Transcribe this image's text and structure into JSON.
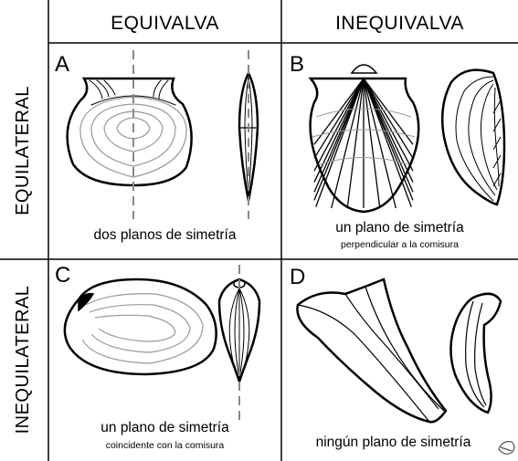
{
  "columns": {
    "equivalve": "EQUIVALVA",
    "inequivalve": "INEQUIVALVA"
  },
  "rows": {
    "equilateral": "EQUILATERAL",
    "inequilateral": "INEQUILATERAL"
  },
  "panels": {
    "A": {
      "letter": "A",
      "caption": "dos planos de simetría"
    },
    "B": {
      "letter": "B",
      "caption": "un plano de simetría",
      "subcaption": "perpendicular a la comisura"
    },
    "C": {
      "letter": "C",
      "caption": "un plano de simetría",
      "subcaption": "coincidente con la comisura"
    },
    "D": {
      "letter": "D",
      "caption": "ningún plano de simetría"
    }
  },
  "colors": {
    "line": "#000000",
    "growth_lines": "#999999",
    "symmetry_axis": "#888888"
  },
  "icons": [
    "scallop-shell-icon",
    "clam-shell-icon",
    "oyster-shell-icon",
    "logo-icon"
  ]
}
